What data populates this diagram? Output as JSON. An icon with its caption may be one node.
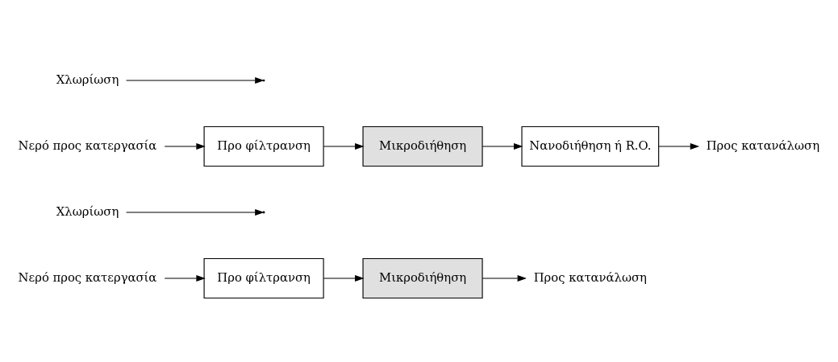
{
  "diagram": {
    "nodes": [
      {
        "text": [
          "Νερό προς κατεργασία"
        ]
      },
      {
        "text": [
          "Προ φίλτρανση"
        ]
      },
      {
        "text": [
          "Μικροδιήθηση"
        ]
      },
      {
        "text": [
          "Προς κατανάλωση"
        ]
      },
      {
        "text": [
          "Χλωρίωση"
        ]
      },
      {
        "text": [
          "Νερό προς κατεργασία"
        ]
      },
      {
        "text": [
          "Προ φίλτρανση"
        ]
      },
      {
        "text": [
          "Μικροδιήθηση"
        ]
      },
      {
        "text": [
          "Νανοδιήθηση ή R.O."
        ]
      },
      {
        "text": [
          "Προς κατανάλωση"
        ]
      },
      {
        "text": [
          "Χλωρίωση"
        ]
      }
    ],
    "edges": [
      {
        "from": 0,
        "to": 1,
        "arrow": "to"
      },
      {
        "from": 1,
        "to": 2,
        "arrow": "to"
      },
      {
        "from": 2,
        "to": 3,
        "arrow": "to"
      },
      {
        "from": 4,
        "to": null,
        "arrow": "to"
      },
      {
        "from": 5,
        "to": 6,
        "arrow": "to"
      },
      {
        "from": 6,
        "to": 7,
        "arrow": "to"
      },
      {
        "from": 7,
        "to": 8,
        "arrow": "to"
      },
      {
        "from": 8,
        "to": 9,
        "arrow": "to"
      },
      {
        "from": 10,
        "to": null,
        "arrow": "to"
      }
    ]
  }
}
